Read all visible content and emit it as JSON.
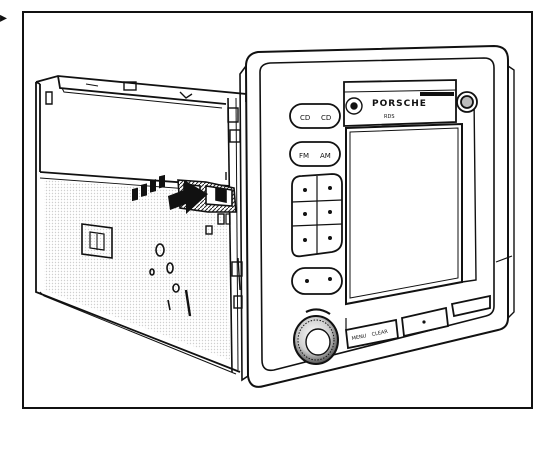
{
  "figure": {
    "corner_mark": "▸",
    "display_brand": "PORSCHE",
    "display_subtext": "RDS",
    "left_buttons": [
      {
        "left": "CD",
        "right": "CD"
      },
      {
        "left": "FM",
        "right": "AM"
      }
    ],
    "bottom_labels": [
      "MENU",
      "CLEAR"
    ],
    "colors": {
      "ink": "#111111",
      "paper": "#ffffff",
      "shade": "#9a9a9a",
      "light_shade": "#d8d8d8"
    }
  }
}
